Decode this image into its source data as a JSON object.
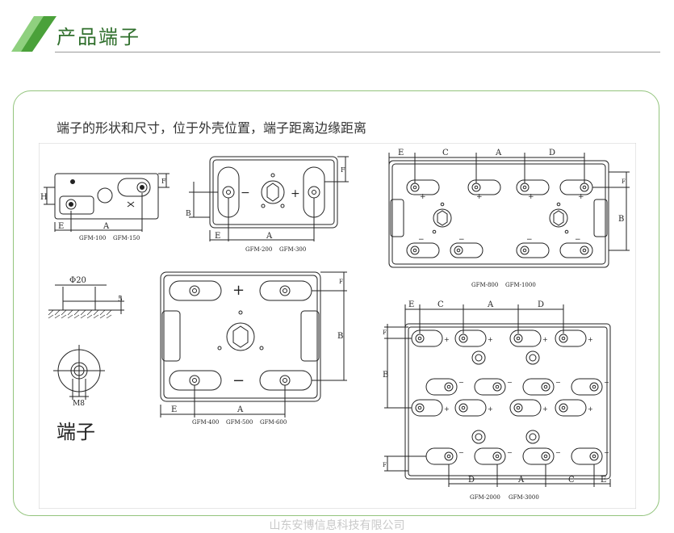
{
  "header": {
    "title": "产品端子",
    "accent_color": "#4aa13a",
    "light_accent_color": "#8fd07f",
    "rule_color": "#9a9a9a"
  },
  "panel": {
    "caption": "端子的形状和尺寸，位于外壳位置，端子距离边缘距离",
    "border_color": "#93c47d"
  },
  "drawing": {
    "model_groups": {
      "gfm_100_150": [
        "GFM-100",
        "GFM-150"
      ],
      "gfm_200_300": [
        "GFM-200",
        "GFM-300"
      ],
      "gfm_800_1000": [
        "GFM-800",
        "GFM-1000"
      ],
      "gfm_400_600": [
        "GFM-400",
        "GFM-500",
        "GFM-600"
      ],
      "gfm_2000_3000": [
        "GFM-2000",
        "GFM-3000"
      ]
    },
    "dimension_letters": {
      "A": "A",
      "B": "B",
      "C": "C",
      "D": "D",
      "E": "E",
      "F": "F",
      "H": "H"
    },
    "terminal_detail": {
      "diameter_label": "Φ20",
      "height_label": "5",
      "thread_label": "M8",
      "title": "端子"
    },
    "polarity": {
      "plus": "+",
      "minus": "−"
    }
  },
  "footer": {
    "watermark": "山东安博信息科技有限公司"
  }
}
